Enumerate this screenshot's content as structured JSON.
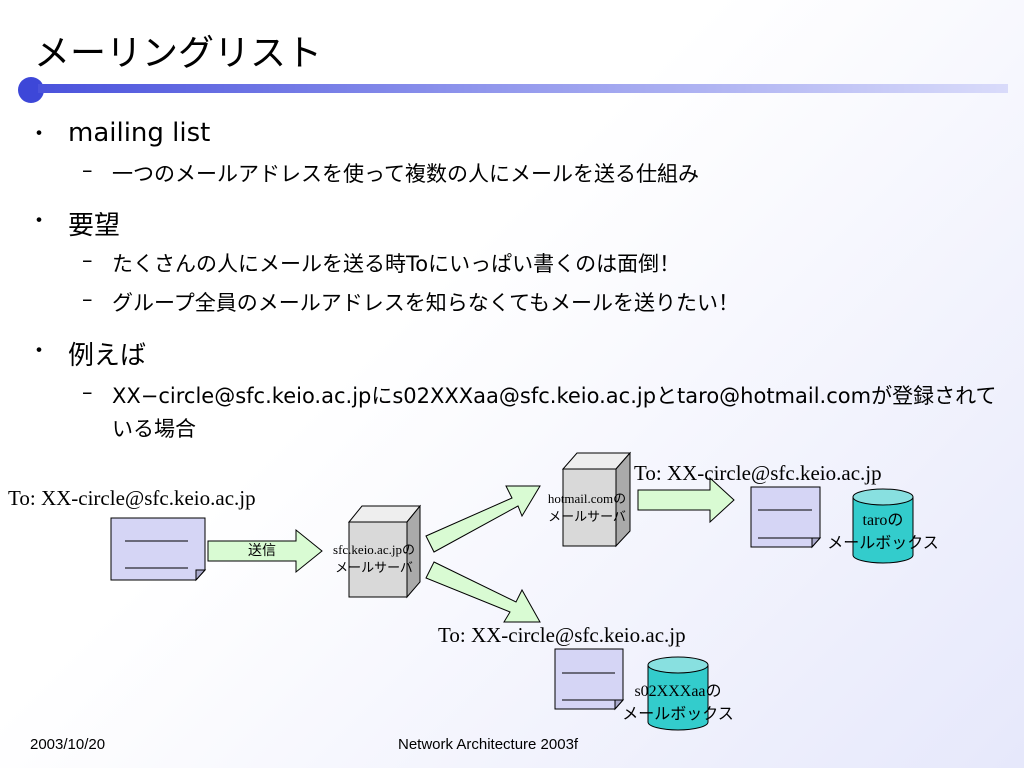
{
  "slide": {
    "title": "メーリングリスト",
    "bullets": [
      {
        "mark": "・",
        "text": "mailing list"
      },
      {
        "mark": "–",
        "text": "一つのメールアドレスを使って複数の人にメールを送る仕組み"
      },
      {
        "mark": "・",
        "text": "要望"
      },
      {
        "mark": "–",
        "text": "たくさんの人にメールを送る時Toにいっぱい書くのは面倒！"
      },
      {
        "mark": "–",
        "text": "グループ全員のメールアドレスを知らなくてもメールを送りたい！"
      },
      {
        "mark": "・",
        "text": "例えば"
      },
      {
        "mark": "–",
        "text": "XX−circle@sfc.keio.ac.jpにs02XXXaa@sfc.keio.ac.jpとtaro@hotmail.comが登録されている場合"
      }
    ]
  },
  "diagram": {
    "sender_to": "To: XX-circle@sfc.keio.ac.jp",
    "send_label": "送信",
    "sfc_server": {
      "domain": "sfc.keio.ac.jp",
      "suffix": "の",
      "role": "メールサーバ"
    },
    "hotmail_server": {
      "domain": "hotmail.com",
      "suffix": "の",
      "role": "メールサーバ"
    },
    "hotmail_to": "To: XX-circle@sfc.keio.ac.jp",
    "sfc_to": "To: XX-circle@sfc.keio.ac.jp",
    "taro_box": {
      "name": "taro",
      "suffix": "の",
      "role": "メールボックス"
    },
    "s02_box": {
      "name": "s02XXXaa",
      "suffix": "の",
      "role": "メールボックス"
    },
    "colors": {
      "document_fill": "#d5d5f5",
      "arrow_fill": "#d9fbd3",
      "server_fill": "#d9d9d9",
      "mailbox_fill": "#33cccc"
    }
  },
  "footer": {
    "date": "2003/10/20",
    "course": "Network Architecture 2003f"
  }
}
